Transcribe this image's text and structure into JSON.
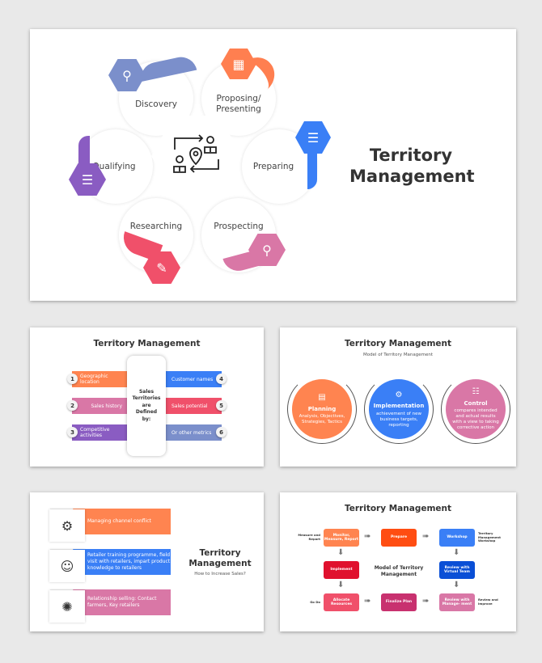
{
  "slide1": {
    "title": "Territory Management",
    "center_icon": "territory-people-location-icon",
    "steps": [
      {
        "label": "Discovery",
        "color": "#7b8fcb",
        "icon": "search-eye-icon"
      },
      {
        "label": "Proposing/ Presenting",
        "color": "#ff7f50",
        "icon": "presentation-icon"
      },
      {
        "label": "Preparing",
        "color": "#3a7ff6",
        "icon": "checklist-icon"
      },
      {
        "label": "Prospecting",
        "color": "#d977a6",
        "icon": "briefcase-search-icon"
      },
      {
        "label": "Researching",
        "color": "#f0506a",
        "icon": "document-search-icon"
      },
      {
        "label": "Qualifying",
        "color": "#8a5cc2",
        "icon": "person-list-icon"
      }
    ]
  },
  "slide2": {
    "title": "Territory Management",
    "center": "Sales Territories are Defined by:",
    "items": [
      {
        "n": "1",
        "label": "Geographic location",
        "color": "#ff8450"
      },
      {
        "n": "2",
        "label": "Sales history",
        "color": "#d977a6"
      },
      {
        "n": "3",
        "label": "Competitive activities",
        "color": "#8a5cc2"
      },
      {
        "n": "4",
        "label": "Customer names",
        "color": "#3a7ff6"
      },
      {
        "n": "5",
        "label": "Sales potential",
        "color": "#f0506a"
      },
      {
        "n": "6",
        "label": "Or other metrics",
        "color": "#7b8fcb"
      }
    ]
  },
  "slide3": {
    "title": "Territory Management",
    "subtitle": "Model of Territory Management",
    "items": [
      {
        "title": "Planning",
        "text": "Analysis, Objectives, Strategies, Tactics",
        "color": "#ff8450",
        "icon": "document-icon"
      },
      {
        "title": "Implementation",
        "text": "achievement of new business targets, reporting",
        "color": "#3a7ff6",
        "icon": "gears-icon"
      },
      {
        "title": "Control",
        "text": "compares intended and actual results with a view to taking corrective action",
        "color": "#d977a6",
        "icon": "sliders-icon"
      }
    ]
  },
  "slide4": {
    "title": "Territory Management",
    "subtitle": "How to Increase Sales?",
    "items": [
      {
        "text": "Managing channel conflict",
        "color": "#ff8450",
        "icon": "heads-gear-icon"
      },
      {
        "text": "Retailer training programme, field visit with retailers, impart product knowledge to retailers",
        "color": "#3a7ff6",
        "icon": "training-icon"
      },
      {
        "text": "Relationship selling: Contact farmers, Key retailers",
        "color": "#d977a6",
        "icon": "network-icon"
      }
    ]
  },
  "slide5": {
    "title": "Territory Management",
    "center": "Model of Territory Management",
    "boxes": {
      "monitor": {
        "label": "Monitor, Measure, Report",
        "color": "#ff8450"
      },
      "prepare": {
        "label": "Prepare",
        "color": "#ff4d12"
      },
      "workshop": {
        "label": "Workshop",
        "color": "#3a7ff6"
      },
      "implement": {
        "label": "Implement",
        "color": "#e0112e"
      },
      "review_team": {
        "label": "Review with Virtual Team",
        "color": "#0a4fd6"
      },
      "allocate": {
        "label": "Allocate Resources",
        "color": "#f0506a"
      },
      "finalize": {
        "label": "Finalize Plan",
        "color": "#c8316f"
      },
      "review_mgmt": {
        "label": "Review with Manage- ment",
        "color": "#d977a6"
      }
    },
    "side_labels": {
      "measure": "Measure and Report",
      "workshop": "Territory Management Workshop",
      "go_do": "Go Do",
      "review": "Review and Improve"
    }
  }
}
